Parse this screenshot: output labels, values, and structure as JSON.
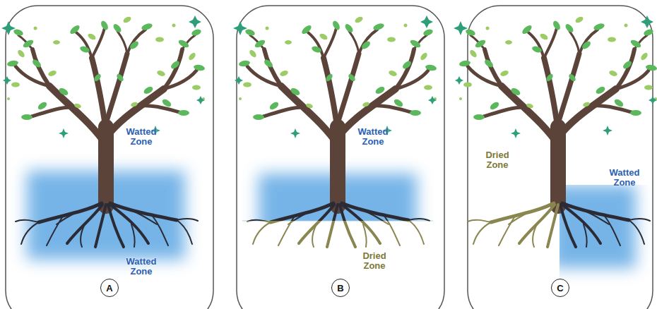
{
  "diagram": {
    "nodes": [
      {
        "text": [
          "A"
        ]
      },
      {
        "text": [
          "B"
        ]
      },
      {
        "text": [
          "C"
        ]
      }
    ],
    "labels": [
      "Watted Zone",
      "Watted Zone",
      "Watted Zone",
      "Dried Zone",
      "Dried Zone",
      "Watted Zone"
    ]
  }
}
